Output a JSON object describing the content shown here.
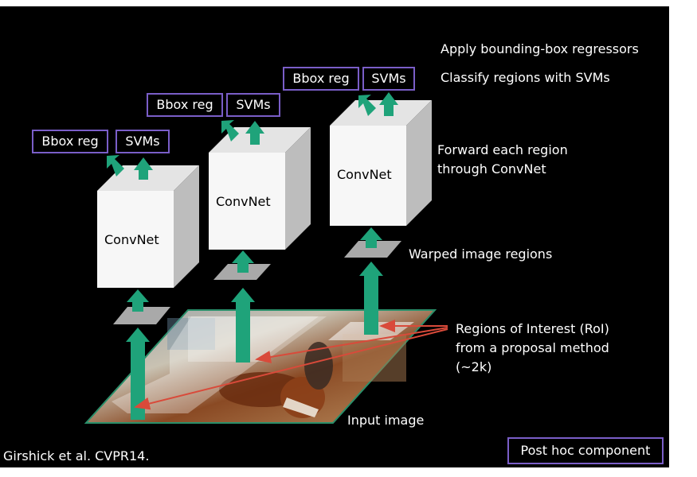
{
  "labels": {
    "bbox_reg": "Bbox reg",
    "svms": "SVMs",
    "convnet": "ConvNet",
    "apply_bbox": "Apply bounding-box regressors",
    "classify": "Classify regions with SVMs",
    "forward_line1": "Forward each region",
    "forward_line2": "through  ConvNet",
    "warped": "Warped image regions",
    "roi_line1": "Regions of Interest (RoI)",
    "roi_line2": "from a proposal method",
    "roi_line3": "(~2k)",
    "input_image": "Input image",
    "citation": "Girshick et al. CVPR14.",
    "post_hoc": "Post hoc component"
  },
  "colors": {
    "arrow": "#1fa37a",
    "box_outline": "#7a5ec8",
    "roi_arrow": "#d94a3a",
    "slide_bg": "#000000",
    "text": "#ffffff"
  }
}
